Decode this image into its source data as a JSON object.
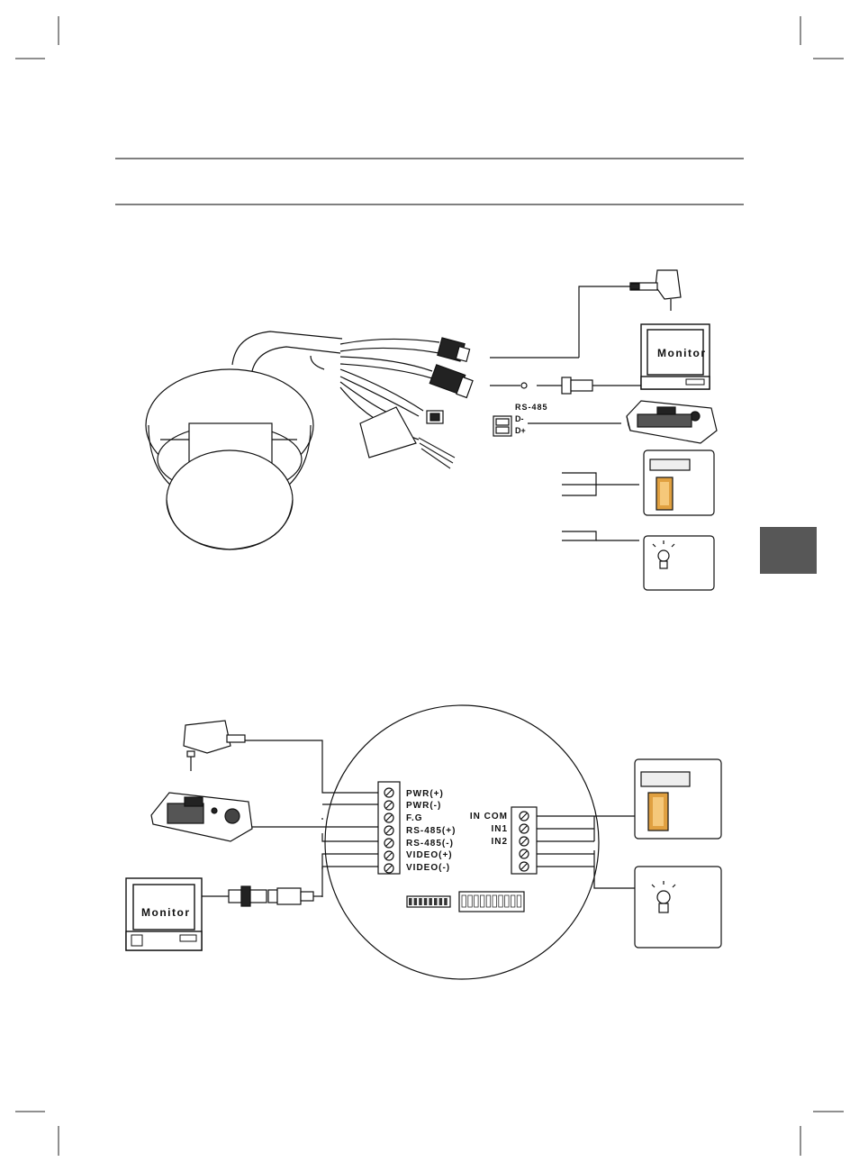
{
  "top_diagram": {
    "monitor_label": "Monitor",
    "rs485_title": "RS-485",
    "rs485_dminus": "D-",
    "rs485_dplus": "D+"
  },
  "bottom_diagram": {
    "left_terminals": [
      "PWR(+)",
      "PWR(-)",
      "F.G",
      "RS-485(+)",
      "RS-485(-)",
      "VIDEO(+)",
      "VIDEO(-)"
    ],
    "right_terminals": [
      "IN COM",
      "IN1",
      "IN2"
    ],
    "monitor_label": "Monitor"
  },
  "colors": {
    "line": "#111111",
    "side_tab": "#575757",
    "door": "#e0a040"
  },
  "icons": [
    "power-adapter-icon",
    "monitor-icon",
    "controller-keyboard-icon",
    "sensor-door-icon",
    "light-bulb-icon",
    "bnc-connector-icon",
    "dome-camera-icon"
  ]
}
